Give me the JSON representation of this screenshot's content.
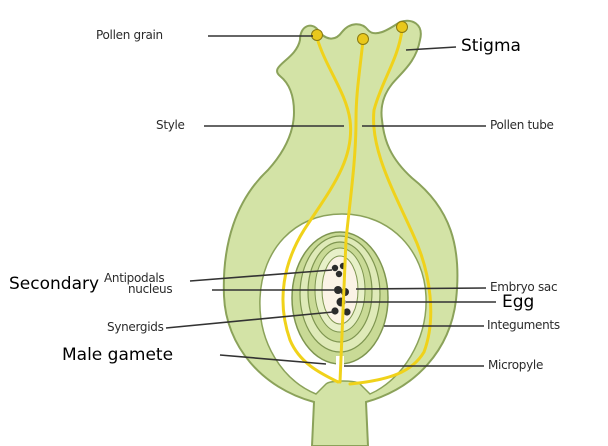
{
  "labels": {
    "pollen_grain": "Pollen grain",
    "stigma": "Stigma",
    "style": "Style",
    "pollen_tube": "Pollen tube",
    "antipodals": "Antipodals",
    "embryo_sac": "Embryo sac",
    "secondary": "Secondary",
    "nucleus": "nucleus",
    "egg": "Egg",
    "synergids": "Synergids",
    "integuments": "Integuments",
    "male_gamete": "Male gamete",
    "micropyle": "Micropyle"
  },
  "colors": {
    "ovary_tissue": "#d3e3a6",
    "tissue_outline": "#8ba25a",
    "pollen_tube": "#f0d21a",
    "pollen_grain": "#e9c81c",
    "ovule_layers": "#c9da96",
    "embryo_sac_fill": "#fbf3e6",
    "nuclei": "#2b2b2b",
    "leader_line": "#333333"
  }
}
